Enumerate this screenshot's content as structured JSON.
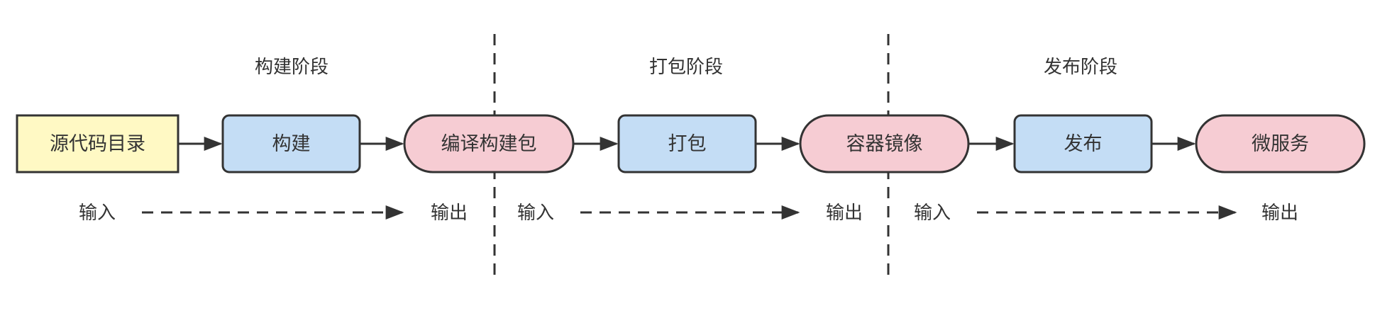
{
  "stages": [
    {
      "label": "构建阶段"
    },
    {
      "label": "打包阶段"
    },
    {
      "label": "发布阶段"
    }
  ],
  "nodes": {
    "source": {
      "label": "源代码目录",
      "kind": "source"
    },
    "build": {
      "label": "构建",
      "kind": "process"
    },
    "compiled": {
      "label": "编译构建包",
      "kind": "artifact"
    },
    "package": {
      "label": "打包",
      "kind": "process"
    },
    "image": {
      "label": "容器镜像",
      "kind": "artifact"
    },
    "release": {
      "label": "发布",
      "kind": "process"
    },
    "service": {
      "label": "微服务",
      "kind": "artifact"
    }
  },
  "io": [
    {
      "input": "输入",
      "output": "输出"
    },
    {
      "input": "输入",
      "output": "输出"
    },
    {
      "input": "输入",
      "output": "输出"
    }
  ],
  "colors": {
    "source_fill": "#FFF9C4",
    "process_fill": "#C4DDF5",
    "artifact_fill": "#F6CCD3",
    "stroke": "#333333",
    "text": "#333333"
  }
}
